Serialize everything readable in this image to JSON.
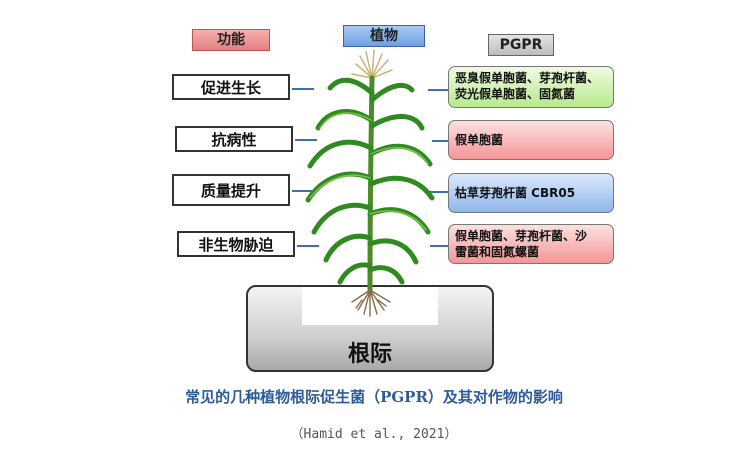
{
  "headers": {
    "function": "功能",
    "plant": "植物",
    "pgpr": "PGPR"
  },
  "functions": [
    "促进生长",
    "抗病性",
    "质量提升",
    "非生物胁迫"
  ],
  "pgpr": [
    {
      "lines": [
        "恶臭假单胞菌、芽孢杆菌、",
        "荧光假单胞菌、固氮菌"
      ],
      "color": "green"
    },
    {
      "lines": [
        "假单胞菌"
      ],
      "color": "red"
    },
    {
      "lines": [
        "枯草芽孢杆菌 CBR05"
      ],
      "color": "blue"
    },
    {
      "lines": [
        "假单胞菌、芽孢杆菌、沙",
        "雷菌和固氮螺菌"
      ],
      "color": "red"
    }
  ],
  "root_label": "根际",
  "caption": "常见的几种植物根际促生菌（PGPR）及其对作物的影响",
  "citation": "（Hamid et al., 2021）",
  "colors": {
    "connector": "#3c6fb4",
    "caption": "#2f5c96",
    "leaf": "#2f8a1f"
  },
  "icons": [
    "corn-plant-icon",
    "roots-icon"
  ]
}
